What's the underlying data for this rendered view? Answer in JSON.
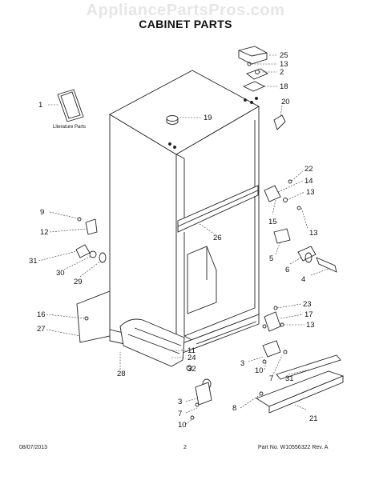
{
  "watermark": "AppliancePartsPros.com",
  "title": "CABINET PARTS",
  "literature_label": "Literature Parts",
  "footer": {
    "date": "08/07/2013",
    "page": "2",
    "part_no": "Part No. W10556322  Rev. A"
  },
  "callouts": [
    "25",
    "13",
    "2",
    "18",
    "20",
    "1",
    "19",
    "22",
    "14",
    "13",
    "15",
    "13",
    "9",
    "26",
    "12",
    "31",
    "5",
    "30",
    "29",
    "6",
    "4",
    "16",
    "23",
    "17",
    "27",
    "13",
    "11",
    "24",
    "32",
    "3",
    "10",
    "7",
    "31",
    "28",
    "3",
    "8",
    "7",
    "21",
    "10"
  ]
}
